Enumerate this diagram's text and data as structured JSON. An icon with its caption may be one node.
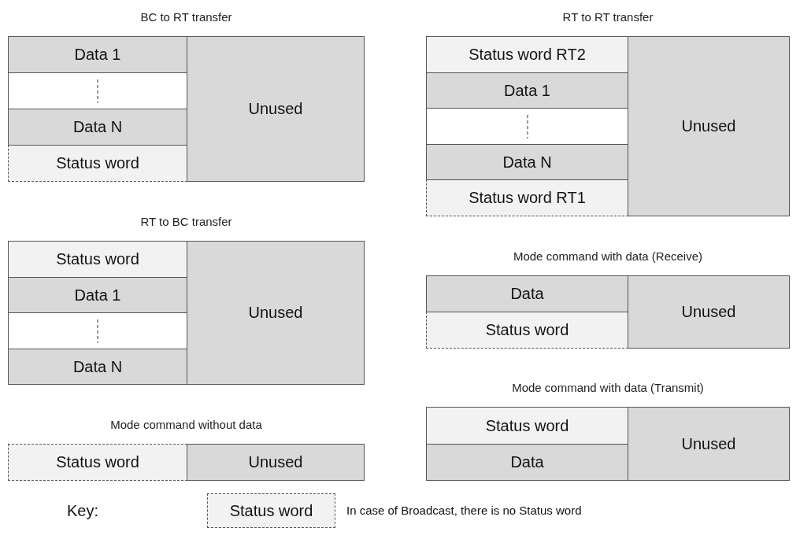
{
  "diagram": {
    "nodes": [
      {
        "text": [
          "BC to RT transfer"
        ]
      },
      {
        "text": [
          "Data 1"
        ],
        "in": 0
      },
      {
        "text": [],
        "shape": "box",
        "in": 0
      },
      {
        "text": [
          "Data N"
        ],
        "in": 0
      },
      {
        "text": [
          "Status word"
        ],
        "in": 0
      },
      {
        "text": [
          "Unused"
        ],
        "in": 0
      },
      {
        "text": [
          "RT to BC transfer"
        ]
      },
      {
        "text": [
          "Status word"
        ],
        "in": 6
      },
      {
        "text": [
          "Data 1"
        ],
        "in": 6
      },
      {
        "text": [],
        "shape": "box",
        "in": 6
      },
      {
        "text": [
          "Data N"
        ],
        "in": 6
      },
      {
        "text": [
          "Unused"
        ],
        "in": 6
      },
      {
        "text": [
          "Mode command without data"
        ]
      },
      {
        "text": [
          "Status word"
        ],
        "in": 12
      },
      {
        "text": [
          "Unused"
        ],
        "in": 12
      },
      {
        "text": [
          "RT to RT transfer"
        ]
      },
      {
        "text": [
          "Status word RT2"
        ],
        "in": 15
      },
      {
        "text": [
          "Data 1"
        ],
        "in": 15
      },
      {
        "text": [],
        "shape": "box",
        "in": 15
      },
      {
        "text": [
          "Data N"
        ],
        "in": 15
      },
      {
        "text": [
          "Status word RT1"
        ],
        "in": 15
      },
      {
        "text": [
          "Unused"
        ],
        "in": 15
      },
      {
        "text": [
          "Mode command with data (Receive)"
        ]
      },
      {
        "text": [
          "Data"
        ],
        "in": 22
      },
      {
        "text": [
          "Status word"
        ],
        "in": 22
      },
      {
        "text": [
          "Unused"
        ],
        "in": 22
      },
      {
        "text": [
          "Mode command with data (Transmit)"
        ]
      },
      {
        "text": [
          "Status word"
        ],
        "in": 26
      },
      {
        "text": [
          "Data"
        ],
        "in": 26
      },
      {
        "text": [
          "Unused"
        ],
        "in": 26
      },
      {
        "text": [
          "Status word"
        ]
      }
    ],
    "edges": [],
    "labels": [
      "Key:",
      "In case of Broadcast, there is no Status word"
    ]
  }
}
